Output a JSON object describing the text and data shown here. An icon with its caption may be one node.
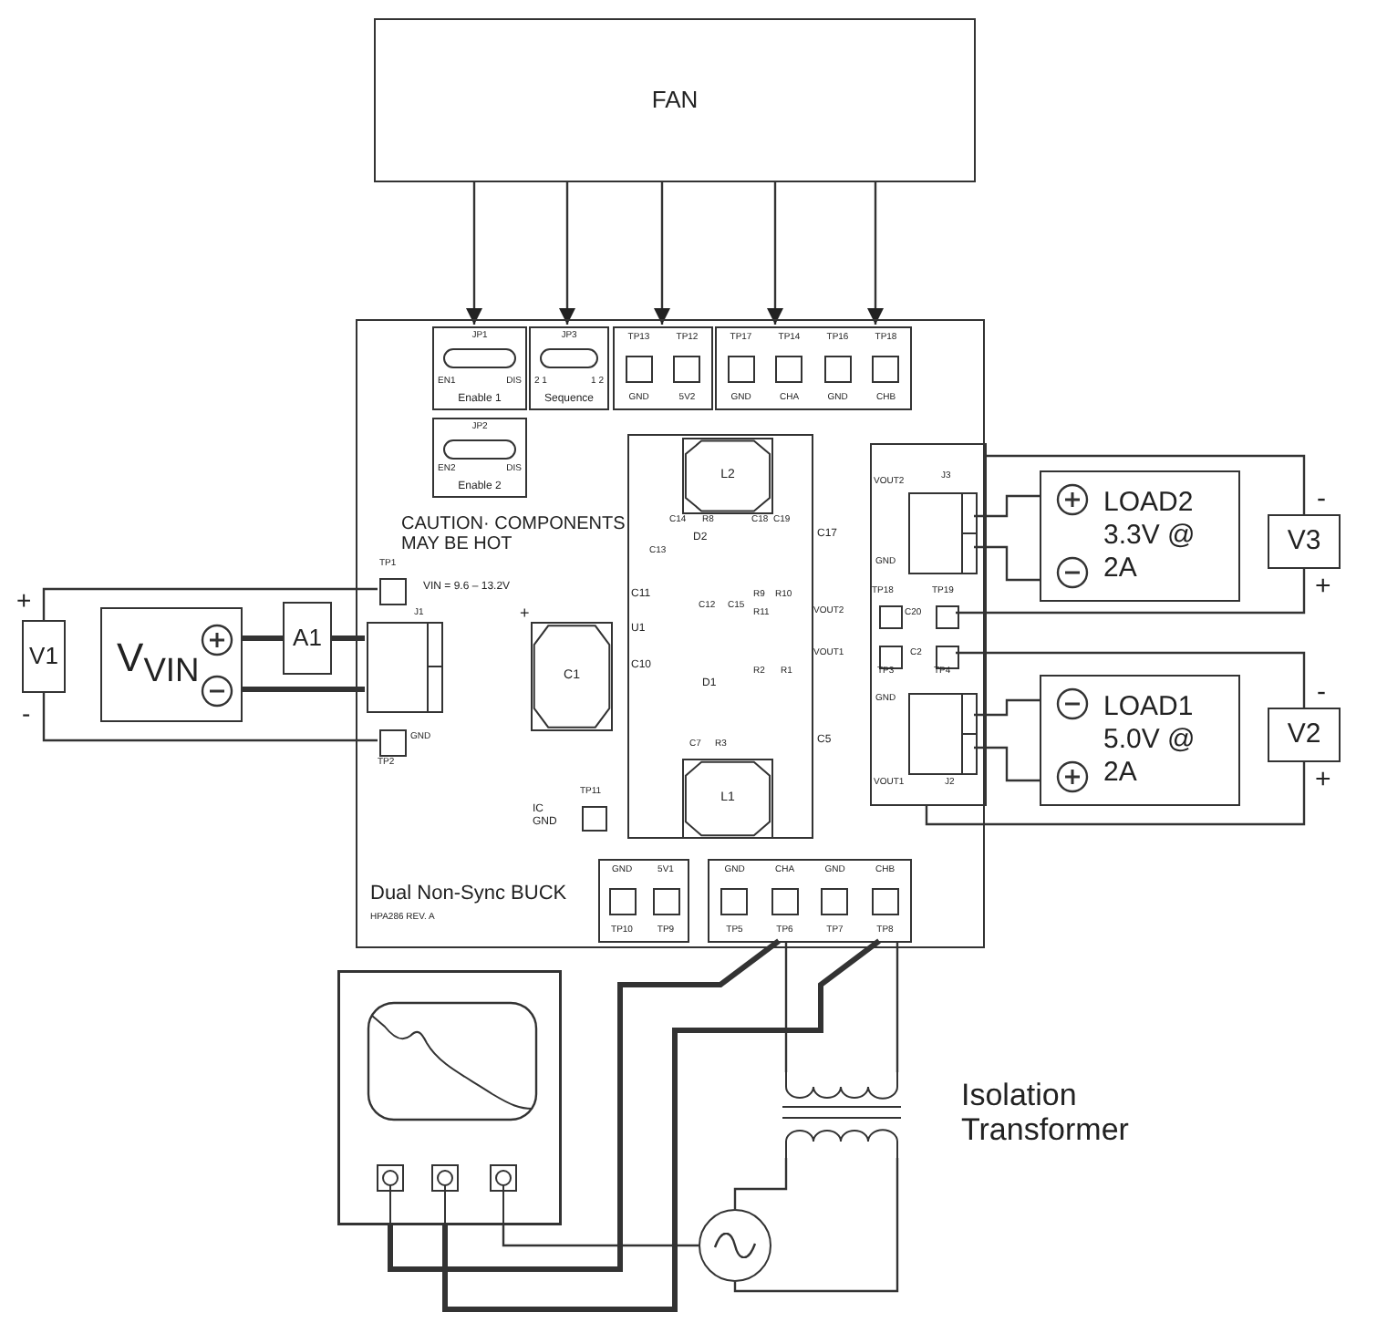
{
  "diagram": {
    "nodes": [
      {
        "text": [
          "FAN"
        ]
      },
      {
        "text": [],
        "shape": "box"
      },
      {
        "text": [
          "JP1",
          "EN1",
          "DIS",
          "Enable 1"
        ],
        "in": 1
      },
      {
        "text": [
          "JP3",
          "2 1",
          "1 2",
          "Sequence"
        ],
        "in": 1
      },
      {
        "text": [
          "TP13",
          "TP12",
          "GND",
          "5V2"
        ],
        "in": 1
      },
      {
        "text": [
          "TP17",
          "TP14",
          "TP16",
          "TP18",
          "GND",
          "CHA",
          "GND",
          "CHB"
        ],
        "in": 1
      },
      {
        "text": [
          "JP2",
          "EN2",
          "DIS",
          "Enable 2"
        ],
        "in": 1
      },
      {
        "text": [],
        "shape": "box",
        "in": 1,
        "beside": [
          "TP1"
        ]
      },
      {
        "text": [],
        "shape": "box",
        "in": 1,
        "beside": [
          "GND",
          "TP2"
        ]
      },
      {
        "text": [],
        "shape": "box",
        "in": 1,
        "beside": [
          "J1"
        ]
      },
      {
        "text": [
          "V1"
        ],
        "beside": [
          "+",
          "-"
        ]
      },
      {
        "text": [
          "V$_{VIN}$"
        ]
      },
      {
        "text": [
          "A1"
        ]
      },
      {
        "text": [],
        "shape": "box",
        "in": 1
      },
      {
        "text": [
          "L2"
        ],
        "in": 13
      },
      {
        "text": [
          "L1"
        ],
        "in": 13
      },
      {
        "text": [
          "C1"
        ],
        "in": 1
      },
      {
        "text": [],
        "shape": "box",
        "in": 1
      },
      {
        "text": [],
        "shape": "box",
        "in": 17,
        "beside": [
          "VOUT2",
          "J3",
          "GND"
        ]
      },
      {
        "text": [],
        "shape": "box",
        "in": 17,
        "beside": [
          "TP19"
        ]
      },
      {
        "text": [],
        "shape": "box",
        "in": 17,
        "beside": [
          "TP4"
        ]
      },
      {
        "text": [],
        "shape": "box",
        "in": 17,
        "beside": [
          "GND",
          "VOUT1",
          "J2"
        ]
      },
      {
        "text": [
          "GND",
          "5V1",
          "TP10",
          "TP9"
        ],
        "in": 1
      },
      {
        "text": [
          "GND",
          "CHA",
          "GND",
          "CHB",
          "TP5",
          "TP6",
          "TP7",
          "TP8"
        ],
        "in": 1
      },
      {
        "text": [
          "LOAD2 3.3V @ 2A"
        ]
      },
      {
        "text": [
          "LOAD1 5.0V @ 2A"
        ]
      },
      {
        "text": [
          "V3"
        ],
        "beside": [
          "-",
          "+"
        ]
      },
      {
        "text": [
          "V2"
        ],
        "beside": [
          "-",
          "+"
        ]
      },
      {
        "text": [],
        "shape": "picture"
      },
      {
        "text": [],
        "shape": "picture",
        "beside": [
          "Isolation Transformer"
        ]
      },
      {
        "text": [],
        "shape": "circle"
      },
      {
        "text": [],
        "shape": "box",
        "in": 17,
        "beside": [
          "TP18"
        ]
      },
      {
        "text": [],
        "shape": "box",
        "in": 17,
        "beside": [
          "TP3"
        ]
      },
      {
        "text": [],
        "shape": "box",
        "in": 1,
        "beside": [
          "TP11"
        ]
      }
    ],
    "edges": [
      {
        "from": 0,
        "to": 2,
        "arrow": "to"
      },
      {
        "from": 0,
        "to": 3,
        "arrow": "to"
      },
      {
        "from": 0,
        "to": 4,
        "arrow": "to"
      },
      {
        "from": 0,
        "to": 5,
        "arrow": "to"
      },
      {
        "from": 0,
        "to": 5,
        "arrow": "to"
      },
      {
        "from": 10,
        "to": 7,
        "arrow": "none"
      },
      {
        "from": 10,
        "to": 8,
        "arrow": "none"
      },
      {
        "from": 11,
        "to": 12,
        "arrow": "none",
        "style": "thick"
      },
      {
        "from": 12,
        "to": 9,
        "arrow": "none",
        "style": "thick"
      },
      {
        "from": 11,
        "to": 9,
        "arrow": "none",
        "style": "thick"
      },
      {
        "from": 18,
        "to": 24,
        "arrow": "none"
      },
      {
        "from": 18,
        "to": 24,
        "arrow": "none"
      },
      {
        "from": 21,
        "to": 25,
        "arrow": "none"
      },
      {
        "from": 21,
        "to": 25,
        "arrow": "none"
      },
      {
        "from": 17,
        "to": 26,
        "arrow": "none"
      },
      {
        "from": 19,
        "to": 26,
        "arrow": "none"
      },
      {
        "from": 20,
        "to": 27,
        "arrow": "none"
      },
      {
        "from": 27,
        "to": 17,
        "arrow": "none"
      },
      {
        "from": 23,
        "to": 28,
        "arrow": "none",
        "style": "thick"
      },
      {
        "from": 23,
        "to": 28,
        "arrow": "none",
        "style": "thick"
      },
      {
        "from": 23,
        "to": 29,
        "arrow": "none"
      },
      {
        "from": 23,
        "to": 29,
        "arrow": "none"
      },
      {
        "from": 29,
        "to": 30,
        "arrow": "none"
      },
      {
        "from": 29,
        "to": 30,
        "arrow": "none"
      },
      {
        "from": 28,
        "to": 30,
        "arrow": "none"
      }
    ],
    "labels": [
      "CAUTION· COMPONENTS MAY BE HOT",
      "VIN = 9.6 – 13.2V",
      "+",
      "IC GND",
      "Dual Non-Sync BUCK",
      "HPA286 REV. A",
      "VOUT2",
      "C20",
      "VOUT1",
      "C2",
      "C14",
      "R8",
      "D2",
      "C18",
      "C19",
      "C17",
      "C13",
      "C11",
      "U1",
      "C12",
      "C15",
      "R9",
      "R10",
      "R11",
      "C10",
      "R2",
      "R1",
      "D1",
      "C7",
      "R3",
      "C5"
    ]
  }
}
